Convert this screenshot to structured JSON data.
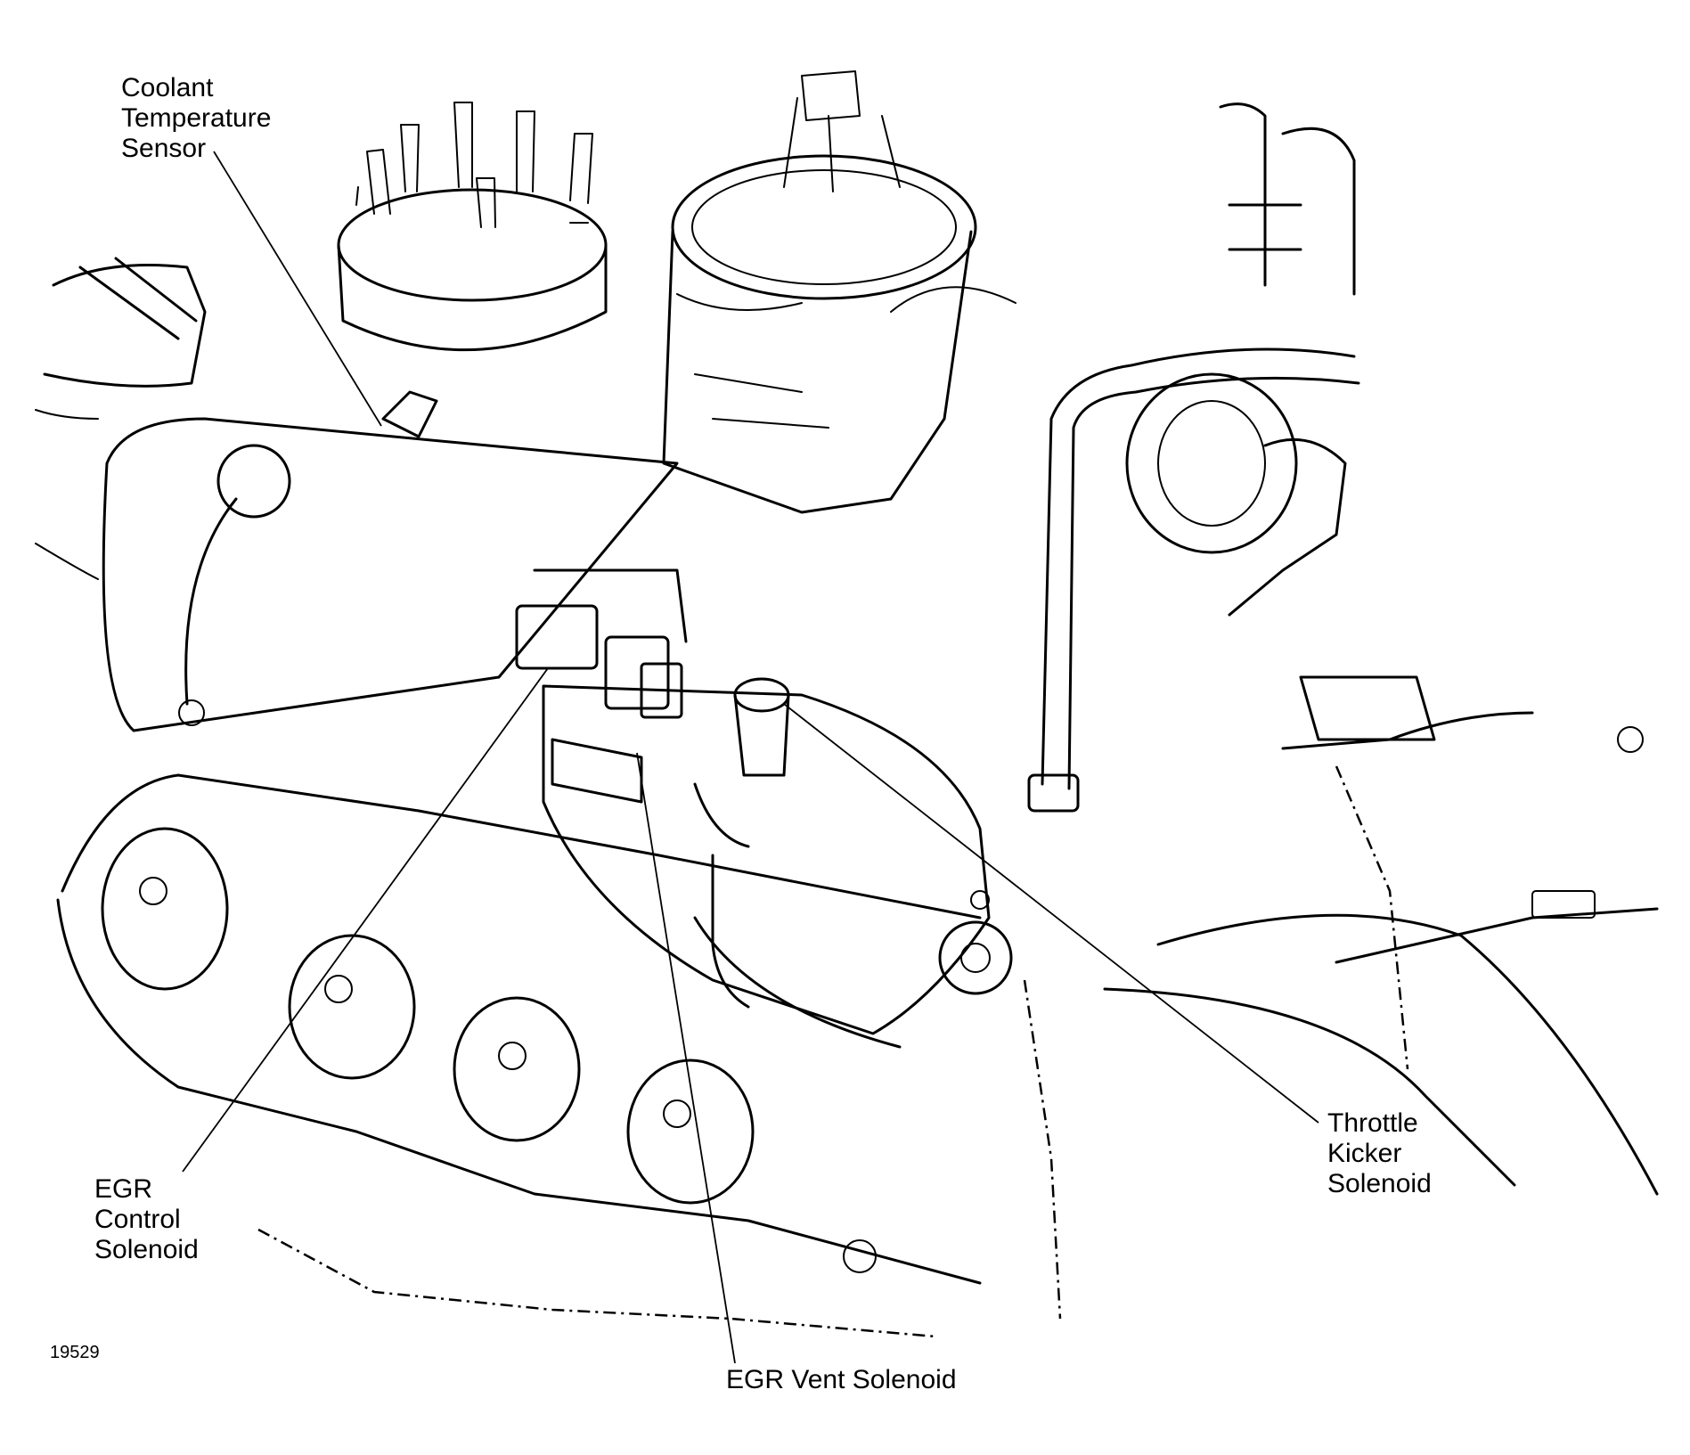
{
  "labels": {
    "coolant_temperature_sensor": [
      "Coolant",
      "Temperature",
      "Sensor"
    ],
    "egr_control_solenoid": [
      "EGR",
      "Control",
      "Solenoid"
    ],
    "egr_vent_solenoid": [
      "EGR Vent Solenoid"
    ],
    "throttle_kicker_solenoid": [
      "Throttle",
      "Kicker",
      "Solenoid"
    ]
  },
  "figure_number": "19529"
}
